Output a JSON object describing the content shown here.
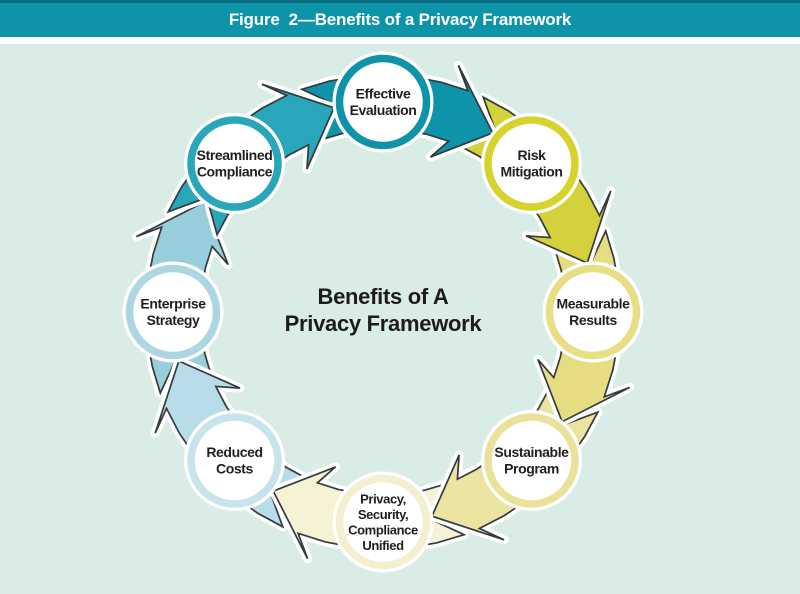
{
  "figure": {
    "title": "Figure  2—Benefits of a Privacy Framework"
  },
  "center_label": {
    "lines": [
      "Benefits of A",
      "Privacy Framework"
    ]
  },
  "colors": {
    "header_bar": "#0e94a9",
    "header_top_strip": "#0a6c80",
    "background": "#d9ece6",
    "arrow_outline": "#333b3e",
    "node_text": "#221e1f",
    "center_text": "#1f1b1c",
    "title_text": "#ffffff",
    "circle_fill": "#ffffff",
    "halo": "#ffffff"
  },
  "diagram": {
    "nodes": [
      {
        "id": "effective-evaluation",
        "label_lines": [
          "Effective",
          "Evaluation"
        ],
        "ring_color": "#0e93a9",
        "arrow_color": "#0e93a9"
      },
      {
        "id": "risk-mitigation",
        "label_lines": [
          "Risk",
          "Mitigation"
        ],
        "ring_color": "#d6d32f",
        "arrow_color": "#d3d13c"
      },
      {
        "id": "measurable-results",
        "label_lines": [
          "Measurable",
          "Results"
        ],
        "ring_color": "#e8df85",
        "arrow_color": "#e6dc81"
      },
      {
        "id": "sustainable-program",
        "label_lines": [
          "Sustainable",
          "Program"
        ],
        "ring_color": "#e9e29a",
        "arrow_color": "#ebe4a1"
      },
      {
        "id": "privacy-security-compliance-unified",
        "label_lines": [
          "Privacy,",
          "Security,",
          "Compliance",
          "Unified"
        ],
        "ring_color": "#f3efcf",
        "arrow_color": "#f6f2d6"
      },
      {
        "id": "reduced-costs",
        "label_lines": [
          "Reduced",
          "Costs"
        ],
        "ring_color": "#c7e3ec",
        "arrow_color": "#b8dce8"
      },
      {
        "id": "enterprise-strategy",
        "label_lines": [
          "Enterprise",
          "Strategy"
        ],
        "ring_color": "#abd6e2",
        "arrow_color": "#99cedd"
      },
      {
        "id": "streamlined-compliance",
        "label_lines": [
          "Streamlined",
          "Compliance"
        ],
        "ring_color": "#2aa6bb",
        "arrow_color": "#2aa6bb"
      }
    ]
  }
}
